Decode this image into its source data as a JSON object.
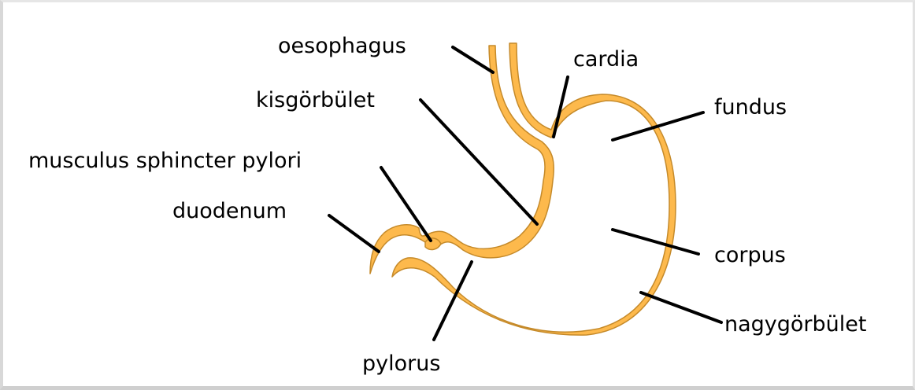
{
  "diagram": {
    "colors": {
      "wall_fill": "#FDB94C",
      "wall_outline": "#C58A2A",
      "leader_lines": "#000000",
      "background": "#FFFFFF"
    },
    "labels": {
      "oesophagus": "oesophagus",
      "cardia": "cardia",
      "kisgorbulet": "kisgörbület",
      "fundus": "fundus",
      "sphincter": "musculus sphincter pylori",
      "duodenum": "duodenum",
      "corpus": "corpus",
      "nagygorbulet": "nagygörbület",
      "pylorus": "pylorus"
    }
  }
}
